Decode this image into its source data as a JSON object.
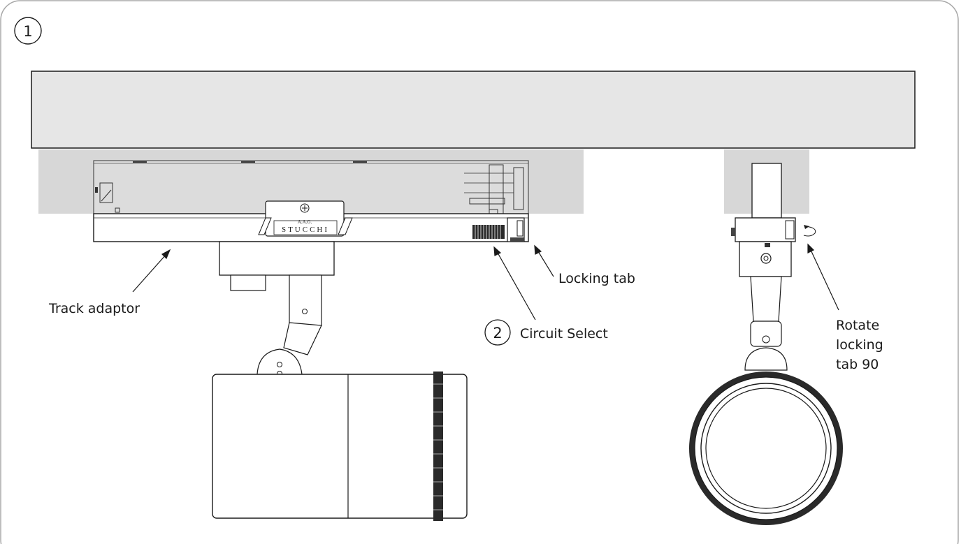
{
  "step": {
    "number": "1"
  },
  "labels": {
    "track_adaptor": "Track adaptor",
    "locking_tab": "Locking tab",
    "circuit_select_number": "2",
    "circuit_select": "Circuit Select",
    "rotate_line1": "Rotate",
    "rotate_line2": "locking",
    "rotate_line3": "tab 90"
  },
  "brand": {
    "top": "A.A.G.",
    "name": "STUCCHI"
  },
  "colors": {
    "track_fill": "#e6e6e6",
    "shade_fill": "#d0d0d0",
    "line": "#1a1a1a",
    "frame": "#9a9a9a"
  }
}
